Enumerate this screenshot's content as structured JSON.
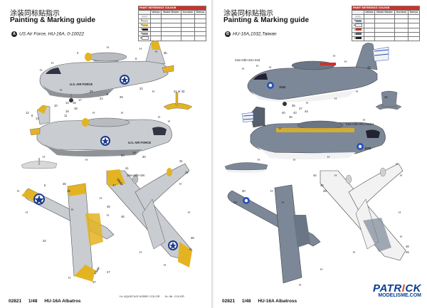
{
  "left_page": {
    "title_cn": "涂装同标贴指示",
    "title_en": "Painting & Marking guide",
    "scheme_letter": "A",
    "scheme_name": "US Air Force, HU-16A, 0-10022",
    "fuselage_text_top": "U.S. AIR FORCE",
    "fuselage_text_side": "U.S. AIR FORCE",
    "wing_text_top": "USAF",
    "wing_text_bottom": "USAF",
    "callouts": [
      "H",
      "H",
      "3b",
      "6",
      "H",
      "2",
      "H",
      "H",
      "H",
      "22",
      "8",
      "25",
      "26",
      "H",
      "21",
      "14",
      "15",
      "17",
      "41 or 43",
      "12",
      "6",
      "13",
      "10",
      "16",
      "18",
      "11",
      "H",
      "H",
      "H",
      "H",
      "H",
      "H",
      "20",
      "19",
      "30",
      "5",
      "36",
      "39",
      "H",
      "H",
      "41",
      "47",
      "H",
      "45",
      "H",
      "46",
      "19a+18b+19c",
      "31",
      "32",
      "H",
      "H",
      "38",
      "H",
      "H",
      "H",
      "44",
      "27",
      "37",
      "H",
      "H"
    ],
    "footer": {
      "code": "02821",
      "scale": "1/48",
      "name": "HU-16A  Albatros"
    },
    "legend": [
      "H= AQUEOUS HOBBY COLOR",
      "N= Mr. COLOR"
    ],
    "ref_table": {
      "header": "PAINT REFERENCE COLOUR",
      "columns": [
        "",
        "Vallejo",
        "Model Master",
        "Humbrol",
        "Tamiya"
      ],
      "rows": [
        [
          "",
          "",
          "",
          "",
          ""
        ],
        [
          "H",
          "",
          "",
          "",
          ""
        ],
        [
          "H",
          "",
          "",
          "",
          ""
        ],
        [
          "H",
          "",
          "",
          "",
          ""
        ],
        [
          "H",
          "",
          "",
          "",
          ""
        ],
        [
          "H",
          "",
          "",
          "",
          ""
        ]
      ]
    }
  },
  "right_page": {
    "title_cn": "涂装同标贴指示",
    "title_en": "Painting & Marking guide",
    "scheme_letter": "B",
    "scheme_name": "HU-16A,1032,Taiwan",
    "serial_text": "1032",
    "callouts": [
      "23a+23b+23c+23d",
      "H",
      "H",
      "H",
      "H",
      "H",
      "42",
      "H",
      "H",
      "H",
      "36",
      "47",
      "44",
      "45",
      "40",
      "46",
      "24a+24b+24c+24d",
      "43",
      "H",
      "H",
      "H",
      "H",
      "H",
      "H",
      "H",
      "44",
      "H",
      "H",
      "29",
      "30",
      "45",
      "46",
      "H",
      "H",
      "H",
      "H",
      "H",
      "H",
      "H",
      "46",
      "45",
      "H"
    ],
    "footer": {
      "code": "02821",
      "scale": "1/48",
      "name": "HU-16A  Albatross"
    },
    "ref_table": {
      "header": "PAINT REFERENCE COLOUR",
      "columns": [
        "",
        "Vallejo",
        "Model Master",
        "Humbrol",
        "Tamiya"
      ],
      "rows": [
        [
          "",
          "",
          "",
          "",
          ""
        ],
        [
          "H",
          "",
          "",
          "",
          ""
        ],
        [
          "H",
          "",
          "",
          "",
          ""
        ],
        [
          "H",
          "",
          "",
          "",
          ""
        ],
        [
          "H",
          "",
          "",
          "",
          ""
        ],
        [
          "H",
          "",
          "",
          "",
          ""
        ]
      ]
    }
  },
  "watermark": {
    "line1a": "PATR",
    "line1b": "I",
    "line1c": "CK",
    "line2": "MODELISME.COM"
  },
  "colors": {
    "silver": "#c9ccd0",
    "silver_dark": "#8f9398",
    "yellow": "#e3b321",
    "gray_blue": "#7c8898",
    "gray_blue_dark": "#56606e",
    "white": "#f2f2f2",
    "red_band": "#d03028",
    "roundel_blue": "#1a3a8c",
    "roc_blue": "#2752b8"
  }
}
